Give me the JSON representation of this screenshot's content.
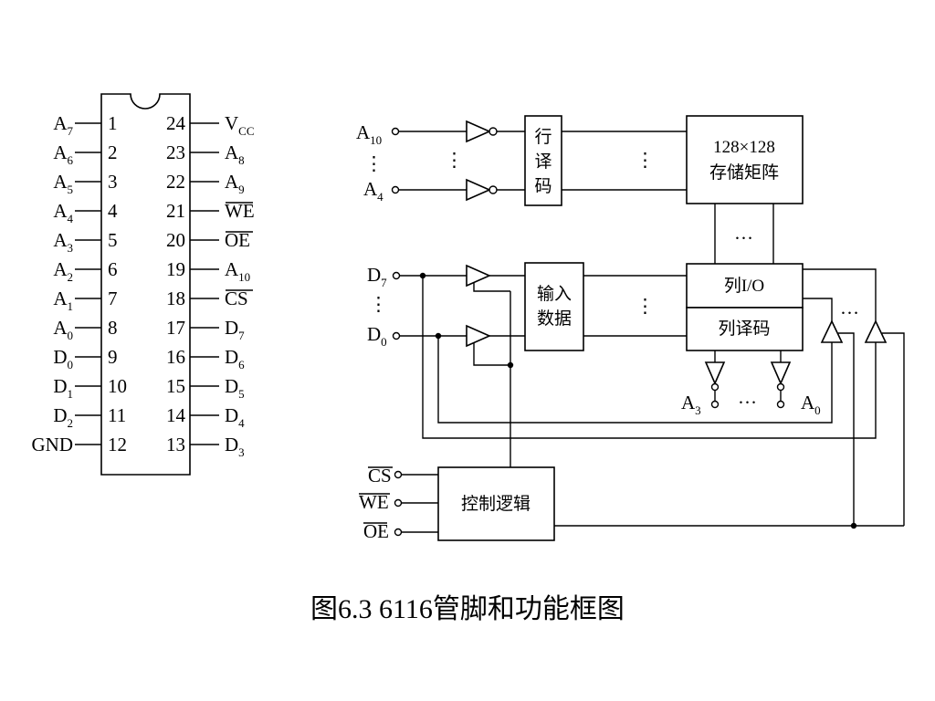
{
  "chip": {
    "left_pins": [
      {
        "num": "1",
        "name": "A",
        "sub": "7",
        "bar": false
      },
      {
        "num": "2",
        "name": "A",
        "sub": "6",
        "bar": false
      },
      {
        "num": "3",
        "name": "A",
        "sub": "5",
        "bar": false
      },
      {
        "num": "4",
        "name": "A",
        "sub": "4",
        "bar": false
      },
      {
        "num": "5",
        "name": "A",
        "sub": "3",
        "bar": false
      },
      {
        "num": "6",
        "name": "A",
        "sub": "2",
        "bar": false
      },
      {
        "num": "7",
        "name": "A",
        "sub": "1",
        "bar": false
      },
      {
        "num": "8",
        "name": "A",
        "sub": "0",
        "bar": false
      },
      {
        "num": "9",
        "name": "D",
        "sub": "0",
        "bar": false
      },
      {
        "num": "10",
        "name": "D",
        "sub": "1",
        "bar": false
      },
      {
        "num": "11",
        "name": "D",
        "sub": "2",
        "bar": false
      },
      {
        "num": "12",
        "name": "GND",
        "sub": "",
        "bar": false
      }
    ],
    "right_pins": [
      {
        "num": "24",
        "name": "V",
        "sub": "CC",
        "bar": false
      },
      {
        "num": "23",
        "name": "A",
        "sub": "8",
        "bar": false
      },
      {
        "num": "22",
        "name": "A",
        "sub": "9",
        "bar": false
      },
      {
        "num": "21",
        "name": "WE",
        "sub": "",
        "bar": true
      },
      {
        "num": "20",
        "name": "OE",
        "sub": "",
        "bar": true
      },
      {
        "num": "19",
        "name": "A",
        "sub": "10",
        "bar": false
      },
      {
        "num": "18",
        "name": "CS",
        "sub": "",
        "bar": true
      },
      {
        "num": "17",
        "name": "D",
        "sub": "7",
        "bar": false
      },
      {
        "num": "16",
        "name": "D",
        "sub": "6",
        "bar": false
      },
      {
        "num": "15",
        "name": "D",
        "sub": "5",
        "bar": false
      },
      {
        "num": "14",
        "name": "D",
        "sub": "4",
        "bar": false
      },
      {
        "num": "13",
        "name": "D",
        "sub": "3",
        "bar": false
      }
    ]
  },
  "block": {
    "addr_top": {
      "name": "A",
      "sub": "10"
    },
    "addr_bottom": {
      "name": "A",
      "sub": "4"
    },
    "data_top": {
      "name": "D",
      "sub": "7"
    },
    "data_bottom": {
      "name": "D",
      "sub": "0"
    },
    "col_addr_left": {
      "name": "A",
      "sub": "3"
    },
    "col_addr_right": {
      "name": "A",
      "sub": "0"
    },
    "row_decoder_chars": [
      "行",
      "译",
      "码"
    ],
    "memory_line1": "128×128",
    "memory_line2": "存储矩阵",
    "input_data_line1": "输入",
    "input_data_line2": "数据",
    "col_io": "列I/O",
    "col_decoder": "列译码",
    "control_logic": "控制逻辑",
    "ctrl_cs": "CS",
    "ctrl_we": "WE",
    "ctrl_oe": "OE",
    "ellipsis_h": "…",
    "ellipsis_v": "⋮"
  },
  "caption": "图6.3  6116管脚和功能框图"
}
